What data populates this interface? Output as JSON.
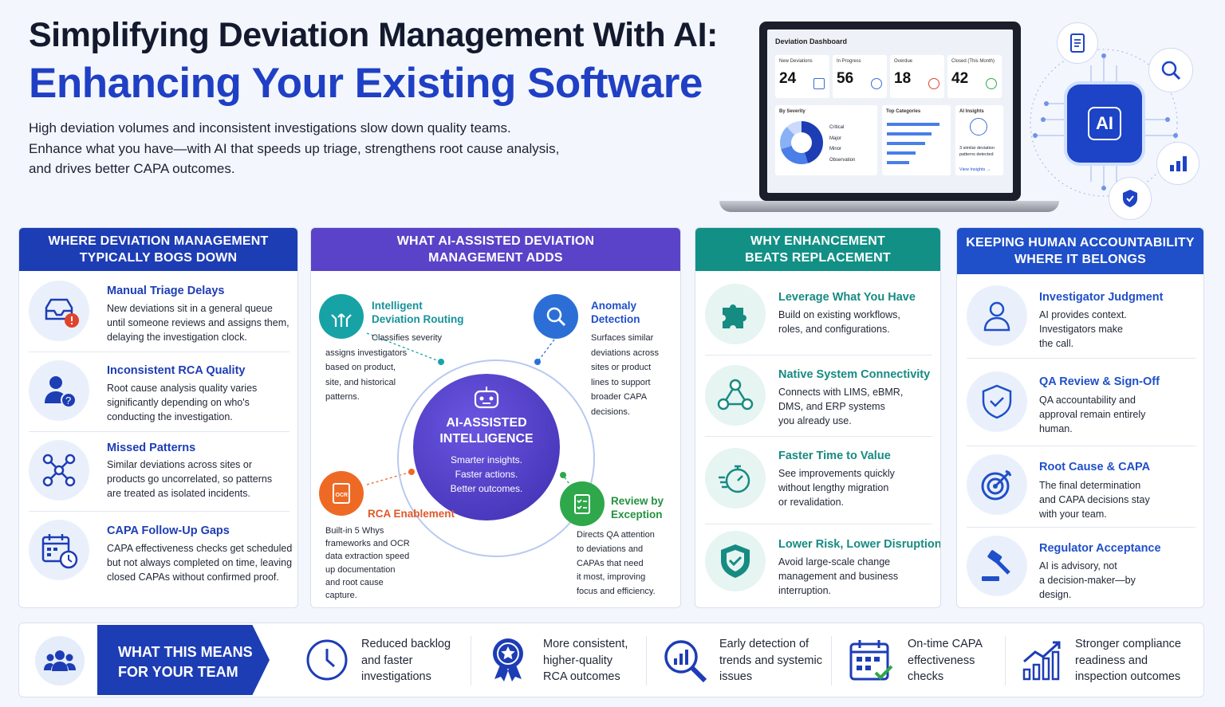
{
  "header": {
    "title_line1": "Simplifying Deviation Management With AI:",
    "title_line2": "Enhancing Your Existing Software",
    "intro": [
      "High deviation volumes and inconsistent investigations slow down quality teams.",
      "Enhance what you have—with AI that speeds up triage, strengthens root cause analysis,",
      "and drives better CAPA outcomes."
    ]
  },
  "dashboard": {
    "title": "Deviation Dashboard",
    "kpis": [
      {
        "label": "New Deviations",
        "value": "24"
      },
      {
        "label": "In Progress",
        "value": "56"
      },
      {
        "label": "Overdue",
        "value": "18"
      },
      {
        "label": "Closed (This Month)",
        "value": "42"
      }
    ],
    "severity": {
      "title": "By Severity",
      "legend": [
        "Critical",
        "Major",
        "Minor",
        "Observation"
      ]
    },
    "categories": {
      "title": "Top Categories"
    },
    "insights": {
      "title": "AI Insights",
      "text1": "3 similar deviation",
      "text2": "patterns detected",
      "link": "View Insights →"
    }
  },
  "ai_badge": "AI",
  "colors": {
    "navy": "#1d3db5",
    "purple": "#5a43c8",
    "teal": "#129086",
    "blue": "#1f4fc9",
    "red": "#e0432c",
    "orange": "#ee6a24",
    "green": "#2ea84a"
  },
  "col1": {
    "header": [
      "WHERE DEVIATION MANAGEMENT",
      "TYPICALLY BOGS DOWN"
    ],
    "items": [
      {
        "title": "Manual Triage Delays",
        "icon": "inbox-alert-icon",
        "lines": [
          "New deviations sit in a general queue",
          "until someone reviews and assigns them,",
          "delaying the investigation clock."
        ]
      },
      {
        "title": "Inconsistent RCA Quality",
        "icon": "user-question-icon",
        "lines": [
          "Root cause analysis quality varies",
          "significantly depending on who's",
          "conducting the investigation."
        ]
      },
      {
        "title": "Missed Patterns",
        "icon": "network-icon",
        "lines": [
          "Similar deviations across sites or",
          "products go uncorrelated, so patterns",
          "are treated as isolated incidents."
        ]
      },
      {
        "title": "CAPA Follow-Up Gaps",
        "icon": "calendar-clock-icon",
        "lines": [
          "CAPA effectiveness checks get scheduled",
          "but not always completed on time, leaving",
          "closed CAPAs without confirmed proof."
        ]
      }
    ]
  },
  "col2": {
    "header": [
      "WHAT AI-ASSISTED DEVIATION",
      "MANAGEMENT ADDS"
    ],
    "center": {
      "title": [
        "AI-ASSISTED",
        "INTELLIGENCE"
      ],
      "lines": [
        "Smarter insights.",
        "Faster actions.",
        "Better outcomes."
      ]
    },
    "features": [
      {
        "title": [
          "Intelligent",
          "Deviation Routing"
        ],
        "lines": [
          "Classifies severity",
          "assigns investigators",
          "based on product,",
          "site, and historical",
          "patterns."
        ]
      },
      {
        "title": [
          "Anomaly",
          "Detection"
        ],
        "lines": [
          "Surfaces similar",
          "deviations across",
          "sites or product",
          "lines to support",
          "broader CAPA",
          "decisions."
        ]
      },
      {
        "title": [
          "RCA Enablement"
        ],
        "lines": [
          "Built-in 5 Whys",
          "frameworks and OCR",
          "data extraction speed",
          "up documentation",
          "and root cause",
          "capture."
        ]
      },
      {
        "title": [
          "Review by",
          "Exception"
        ],
        "lines": [
          "Directs QA attention",
          "to deviations and",
          "CAPAs that need",
          "it most, improving",
          "focus and efficiency."
        ]
      }
    ]
  },
  "col3": {
    "header": [
      "WHY ENHANCEMENT",
      "BEATS REPLACEMENT"
    ],
    "items": [
      {
        "title": "Leverage What You Have",
        "icon": "puzzle-icon",
        "lines": [
          "Build on existing workflows,",
          "roles, and configurations."
        ]
      },
      {
        "title": "Native System Connectivity",
        "icon": "nodes-icon",
        "lines": [
          "Connects with LIMS, eBMR,",
          "DMS, and ERP systems",
          "you already use."
        ]
      },
      {
        "title": "Faster Time to Value",
        "icon": "stopwatch-icon",
        "lines": [
          "See improvements quickly",
          "without lengthy migration",
          "or revalidation."
        ]
      },
      {
        "title": "Lower Risk, Lower Disruption",
        "icon": "shield-check-icon",
        "lines": [
          "Avoid large-scale change",
          "management and business",
          "interruption."
        ]
      }
    ]
  },
  "col4": {
    "header": [
      "KEEPING HUMAN ACCOUNTABILITY",
      "WHERE IT BELONGS"
    ],
    "items": [
      {
        "title": "Investigator Judgment",
        "icon": "user-icon",
        "lines": [
          "AI provides context.",
          "Investigators make",
          "the call."
        ]
      },
      {
        "title": "QA Review & Sign-Off",
        "icon": "shield-check-icon",
        "lines": [
          "QA accountability and",
          "approval remain entirely",
          "human."
        ]
      },
      {
        "title": "Root Cause & CAPA",
        "icon": "target-icon",
        "lines": [
          "The final determination",
          "and CAPA decisions stay",
          "with your team."
        ]
      },
      {
        "title": "Regulator Acceptance",
        "icon": "gavel-icon",
        "lines": [
          "AI is advisory, not",
          "a decision-maker—by",
          "design."
        ]
      }
    ]
  },
  "bottom": {
    "label": [
      "WHAT THIS MEANS",
      "FOR YOUR TEAM"
    ],
    "items": [
      {
        "icon": "clock-icon",
        "lines": [
          "Reduced backlog",
          "and faster",
          "investigations"
        ]
      },
      {
        "icon": "award-icon",
        "lines": [
          "More consistent,",
          "higher-quality",
          "RCA outcomes"
        ]
      },
      {
        "icon": "magnifier-chart-icon",
        "lines": [
          "Early detection of",
          "trends and systemic",
          "issues"
        ]
      },
      {
        "icon": "calendar-check-icon",
        "lines": [
          "On-time CAPA",
          "effectiveness",
          "checks"
        ]
      },
      {
        "icon": "growth-chart-icon",
        "lines": [
          "Stronger compliance",
          "readiness and",
          "inspection outcomes"
        ]
      }
    ]
  }
}
